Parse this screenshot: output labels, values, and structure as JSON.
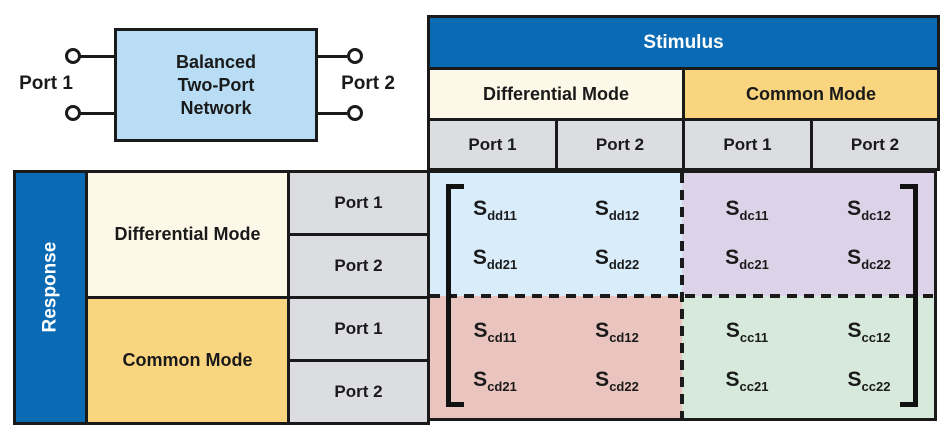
{
  "diagram": {
    "box_lines": [
      "Balanced",
      "Two-Port",
      "Network"
    ],
    "port1": "Port 1",
    "port2": "Port 2"
  },
  "stimulus": {
    "title": "Stimulus",
    "modes": [
      {
        "label": "Differential Mode"
      },
      {
        "label": "Common Mode"
      }
    ],
    "ports": [
      "Port 1",
      "Port 2",
      "Port 1",
      "Port 2"
    ]
  },
  "response": {
    "title": "Response",
    "modes": [
      {
        "label": "Differential Mode"
      },
      {
        "label": "Common Mode"
      }
    ],
    "ports": [
      "Port 1",
      "Port 2",
      "Port 1",
      "Port 2"
    ]
  },
  "matrix": {
    "s_base": "S",
    "quadrants": {
      "dd": {
        "name": "differential-response-differential-stimulus",
        "subscripts": [
          "dd11",
          "dd12",
          "dd21",
          "dd22"
        ]
      },
      "dc": {
        "name": "differential-response-common-stimulus",
        "subscripts": [
          "dc11",
          "dc12",
          "dc21",
          "dc22"
        ]
      },
      "cd": {
        "name": "common-response-differential-stimulus",
        "subscripts": [
          "cd11",
          "cd12",
          "cd21",
          "cd22"
        ]
      },
      "cc": {
        "name": "common-response-common-stimulus",
        "subscripts": [
          "cc11",
          "cc12",
          "cc21",
          "cc22"
        ]
      }
    }
  },
  "colors": {
    "header_blue": "#0a6ab3",
    "cream": "#fdf8e8",
    "gold": "#f8d57e",
    "gray": "#dcdde0",
    "network_box_blue": "#b8ddf4",
    "quadrant_dd_blue": "#d9ecfa",
    "quadrant_dc_lavender": "#ddd3e8",
    "quadrant_cd_salmon": "#eac4be",
    "quadrant_cc_green": "#d6e9da",
    "border_black": "#1a1a1a"
  }
}
